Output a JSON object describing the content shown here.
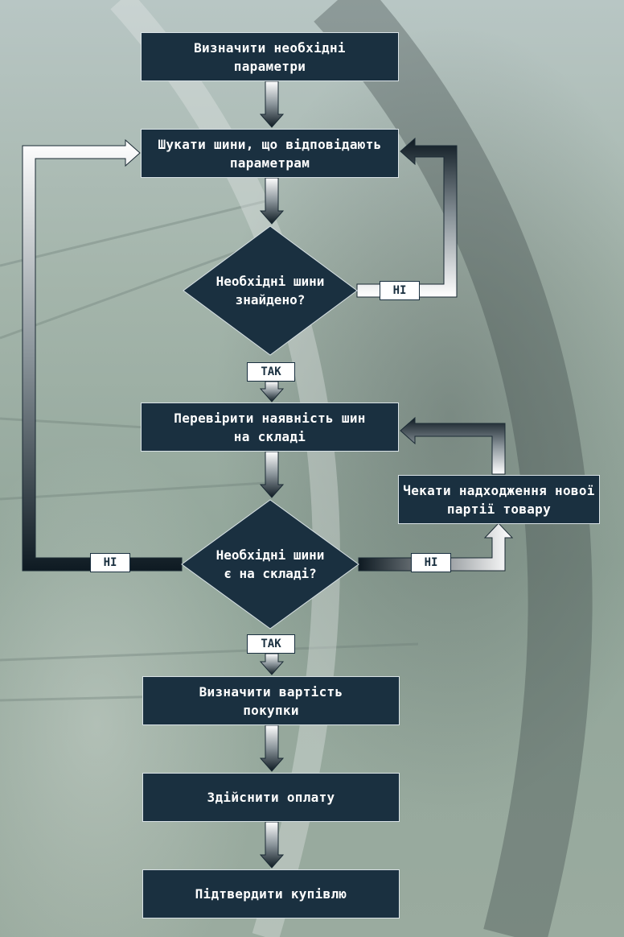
{
  "steps": {
    "define_params": "Визначити необхідні параметри",
    "search_tires": "Шукати шини, що відповідають параметрам",
    "check_stock": "Перевірити наявність шин на складі",
    "wait_shipment": "Чекати надходження нової партії товару",
    "calc_cost": "Визначити вартість покупки",
    "pay": "Здійснити оплату",
    "confirm": "Підтвердити купівлю"
  },
  "decisions": {
    "found": "Необхідні шини знайдено?",
    "in_stock": "Необхідні шини є на складі?"
  },
  "labels": {
    "yes": "ТАК",
    "no": "НІ"
  },
  "colors": {
    "box_fill": "#1a3040",
    "box_border": "#d9e2e6",
    "text": "#ffffff"
  }
}
